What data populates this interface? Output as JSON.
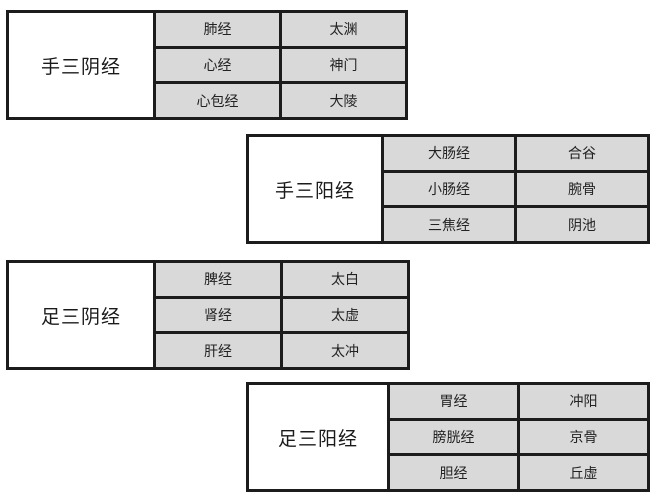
{
  "blocks": [
    {
      "label": "手三阴经",
      "rows": [
        {
          "meridian": "肺经",
          "point": "太渊"
        },
        {
          "meridian": "心经",
          "point": "神门"
        },
        {
          "meridian": "心包经",
          "point": "大陵"
        }
      ]
    },
    {
      "label": "手三阳经",
      "rows": [
        {
          "meridian": "大肠经",
          "point": "合谷"
        },
        {
          "meridian": "小肠经",
          "point": "腕骨"
        },
        {
          "meridian": "三焦经",
          "point": "阴池"
        }
      ]
    },
    {
      "label": "足三阴经",
      "rows": [
        {
          "meridian": "脾经",
          "point": "太白"
        },
        {
          "meridian": "肾经",
          "point": "太虚"
        },
        {
          "meridian": "肝经",
          "point": "太冲"
        }
      ]
    },
    {
      "label": "足三阳经",
      "rows": [
        {
          "meridian": "胃经",
          "point": "冲阳"
        },
        {
          "meridian": "膀胱经",
          "point": "京骨"
        },
        {
          "meridian": "胆经",
          "point": "丘虚"
        }
      ]
    }
  ]
}
